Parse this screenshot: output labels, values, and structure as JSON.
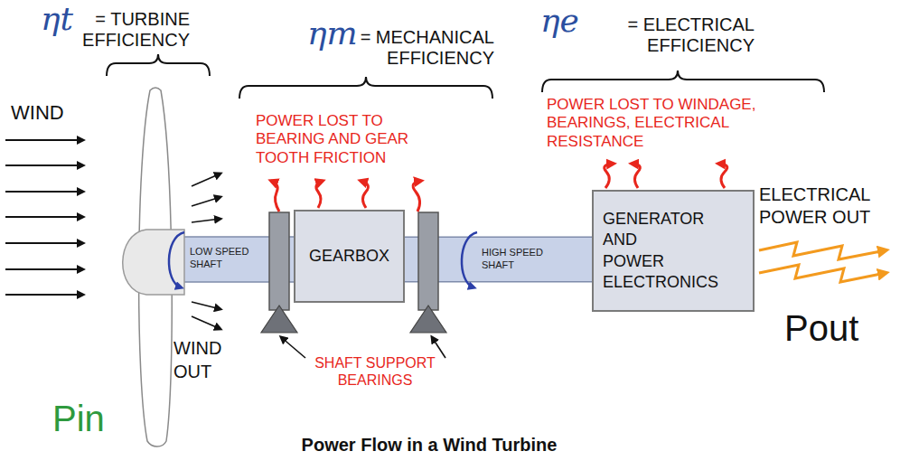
{
  "diagram": {
    "caption": "Power Flow in a Wind Turbine",
    "nodes": [
      {
        "text": [
          "GEARBOX"
        ]
      },
      {
        "text": [
          "GENERATOR AND POWER ELECTRONICS"
        ]
      }
    ],
    "edges": [
      {
        "from": 0,
        "to": 1,
        "arrow": "none",
        "label": "HIGH SPEED SHAFT"
      }
    ],
    "labels": [
      "ηt",
      "= TURBINE EFFICIENCY",
      "ηm",
      "= MECHANICAL EFFICIENCY",
      "ηe",
      "= ELECTRICAL EFFICIENCY",
      "POWER LOST TO BEARING AND GEAR TOOTH FRICTION",
      "POWER LOST TO WINDAGE, BEARINGS, ELECTRICAL RESISTANCE",
      "WIND",
      "LOW SPEED SHAFT",
      "WIND OUT",
      "Pin",
      "SHAFT SUPPORT BEARINGS",
      "ELECTRICAL POWER OUT",
      "Pout"
    ]
  }
}
